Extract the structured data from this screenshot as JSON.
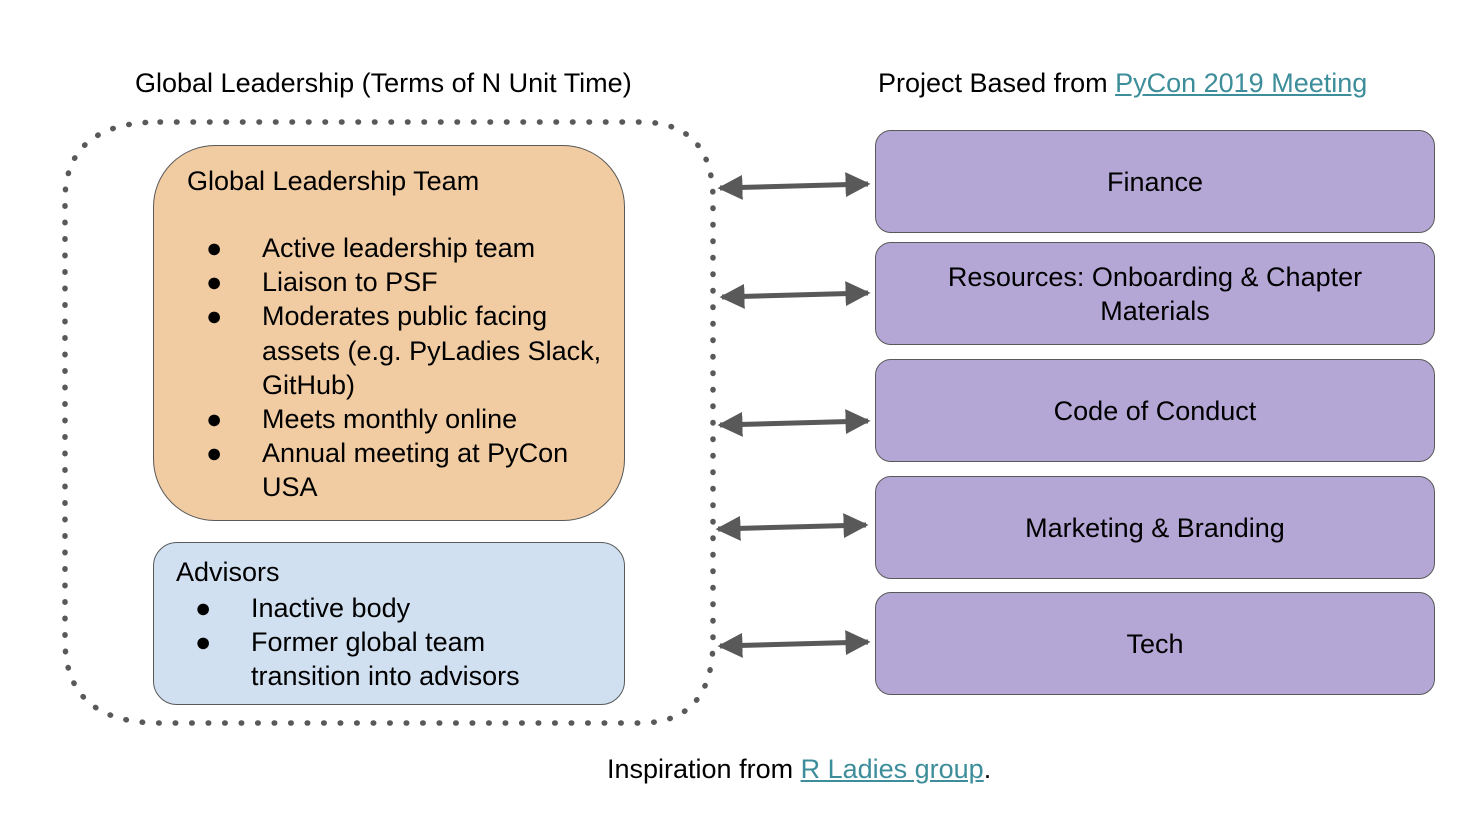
{
  "left_heading": "Global Leadership (Terms of N Unit Time)",
  "right_heading": {
    "prefix": "Project Based from ",
    "link": "PyCon 2019 Meeting"
  },
  "leadership_team": {
    "title": "Global Leadership Team",
    "bullets": [
      "Active leadership team",
      "Liaison to PSF",
      "Moderates public facing assets (e.g. PyLadies Slack, GitHub)",
      "Meets monthly online",
      "Annual meeting at PyCon USA"
    ]
  },
  "advisors": {
    "title": "Advisors",
    "bullets": [
      "Inactive body",
      "Former global team transition into advisors"
    ]
  },
  "projects": [
    "Finance",
    "Resources: Onboarding & Chapter Materials",
    "Code of Conduct",
    "Marketing & Branding",
    "Tech"
  ],
  "footer": {
    "prefix": "Inspiration from ",
    "link": "R Ladies group",
    "suffix": "."
  },
  "bullet_glyph": "●",
  "colors": {
    "leadership_fill": "#f1cba1",
    "advisors_fill": "#d0e0f0",
    "project_fill": "#b4a7d6",
    "link": "#3d8d9a",
    "outline": "#595959"
  }
}
